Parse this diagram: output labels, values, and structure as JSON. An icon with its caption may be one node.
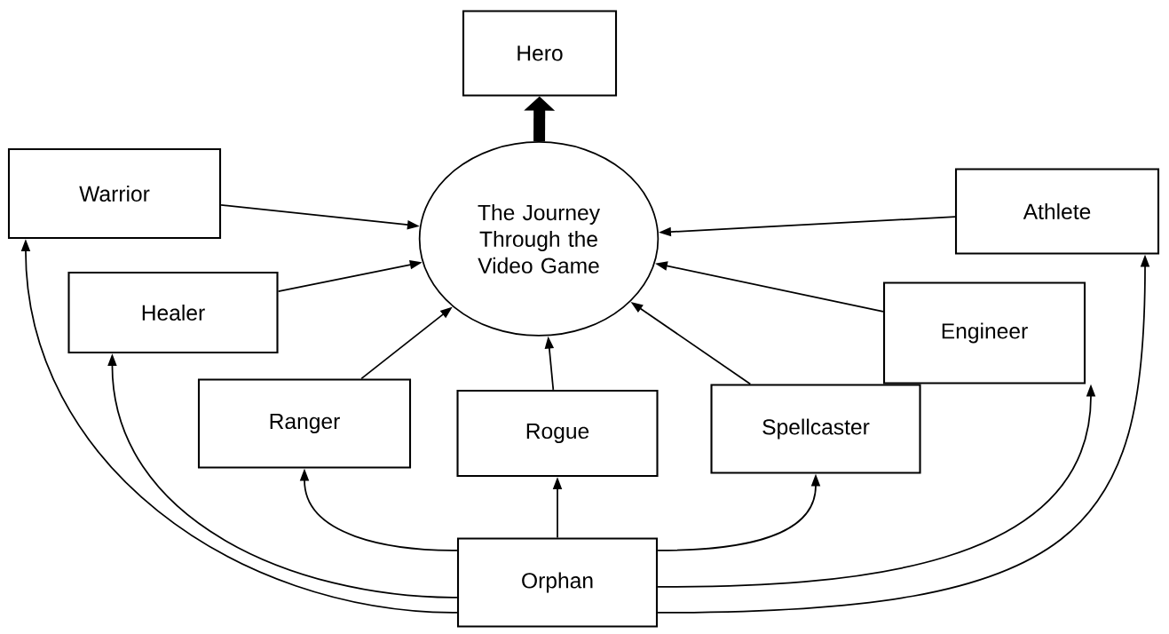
{
  "diagram": {
    "nodes": [
      {
        "text": [
          "Hero"
        ]
      },
      {
        "text": [
          "The Journey Through the Video Game"
        ]
      },
      {
        "text": [
          "Warrior"
        ]
      },
      {
        "text": [
          "Athlete"
        ]
      },
      {
        "text": [
          "Healer"
        ]
      },
      {
        "text": [
          "Engineer"
        ]
      },
      {
        "text": [
          "Ranger"
        ]
      },
      {
        "text": [
          "Rogue"
        ]
      },
      {
        "text": [
          "Spellcaster"
        ]
      },
      {
        "text": [
          "Orphan"
        ]
      }
    ],
    "edges": [
      {
        "from": 1,
        "to": 0,
        "arrow": "to",
        "style": "thick"
      },
      {
        "from": 2,
        "to": 1,
        "arrow": "to"
      },
      {
        "from": 4,
        "to": 1,
        "arrow": "to"
      },
      {
        "from": 6,
        "to": 1,
        "arrow": "to"
      },
      {
        "from": 7,
        "to": 1,
        "arrow": "to"
      },
      {
        "from": 8,
        "to": 1,
        "arrow": "to"
      },
      {
        "from": 5,
        "to": 1,
        "arrow": "to"
      },
      {
        "from": 3,
        "to": 1,
        "arrow": "to"
      },
      {
        "from": 9,
        "to": 2,
        "arrow": "to"
      },
      {
        "from": 9,
        "to": 4,
        "arrow": "to"
      },
      {
        "from": 9,
        "to": 6,
        "arrow": "to"
      },
      {
        "from": 9,
        "to": 7,
        "arrow": "to"
      },
      {
        "from": 9,
        "to": 8,
        "arrow": "to"
      },
      {
        "from": 9,
        "to": 5,
        "arrow": "to"
      },
      {
        "from": 9,
        "to": 3,
        "arrow": "to"
      }
    ]
  }
}
